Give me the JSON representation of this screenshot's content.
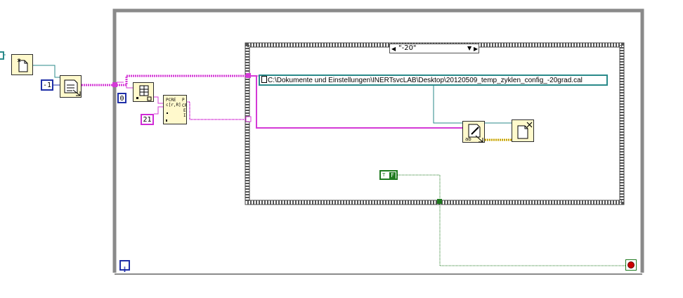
{
  "case_structure": {
    "selector_label": "\"-20\""
  },
  "constants": {
    "minus_one": "-1",
    "zero": "0",
    "twenty_one": "21",
    "file_path": "C:\\Dokumente und Einstellungen\\INERTsvcLAB\\Desktop\\20120509_temp_zyklen_config_-20grad.cal",
    "false_label": "F"
  },
  "while_loop": {
    "iteration_label": "i"
  },
  "colors": {
    "loop_border": "#8a8a8a",
    "case_frame": "#7a7a7a",
    "string_wire": "#d43ad6",
    "path_wire": "#2a8a8a",
    "boolean_wire": "#1f7a1f",
    "numeric_wire": "#1f2fa8",
    "stop_terminal": "#cc0000"
  },
  "icons": [
    "new-file-icon",
    "format-into-string-icon",
    "build-array-icon",
    "pick-line-icon",
    "write-text-file-icon",
    "close-file-icon",
    "stop-button-icon",
    "iteration-terminal-icon"
  ]
}
